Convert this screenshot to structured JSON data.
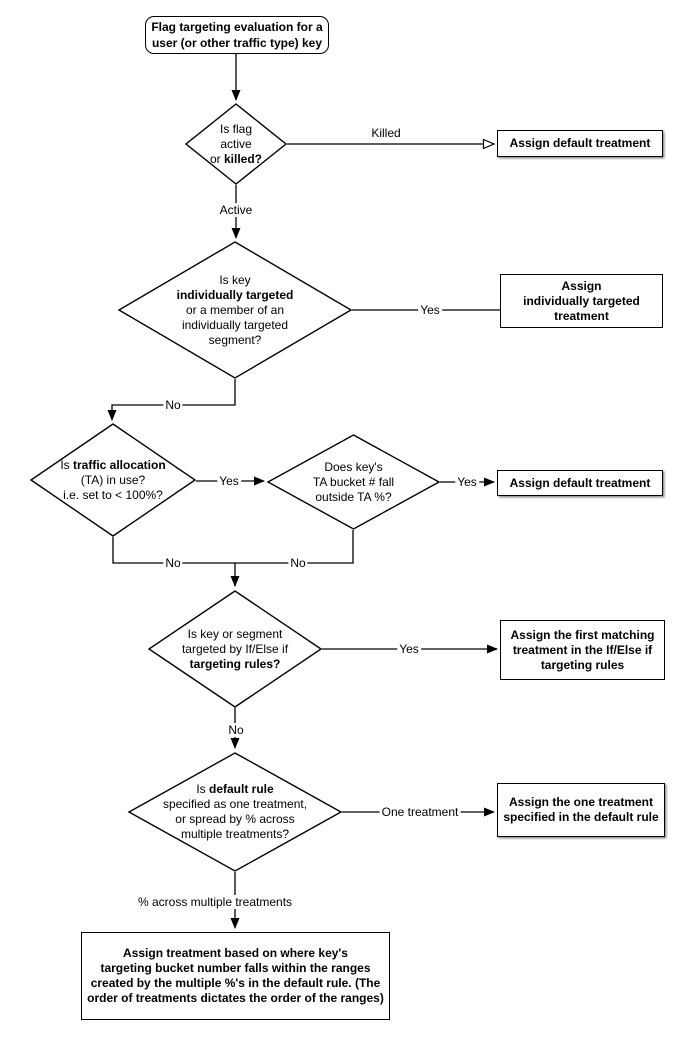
{
  "nodes": {
    "start": {
      "line1": "Flag targeting evaluation for a",
      "line2": "user (or other traffic type) key"
    },
    "decision_flag_status": {
      "l1": "Is flag",
      "l2": "active",
      "l3_pre": "or ",
      "l3_bold": "killed?"
    },
    "outcome_default_killed": {
      "label": "Assign default treatment"
    },
    "decision_individual_target": {
      "l1": "Is key",
      "l2_bold": "individually targeted",
      "l3": "or a member of an",
      "l4": "individually targeted",
      "l5": "segment?"
    },
    "outcome_individual": {
      "l1": "Assign",
      "l2": "individually targeted",
      "l3": "treatment"
    },
    "decision_traffic_allocation": {
      "l1_pre": "Is ",
      "l1_bold": "traffic allocation",
      "l2": "(TA) in use?",
      "l3": "i.e. set to < 100%?"
    },
    "decision_ta_bucket": {
      "l1": "Does key's",
      "l2": "TA bucket # fall",
      "l3": "outside TA %?"
    },
    "outcome_default_ta": {
      "label": "Assign default treatment"
    },
    "decision_targeting_rules": {
      "l1": "Is key or segment",
      "l2": "targeted by If/Else if",
      "l3_bold": "targeting rules?"
    },
    "outcome_first_matching": {
      "l1": "Assign the first matching",
      "l2": "treatment in the If/Else if",
      "l3": "targeting rules"
    },
    "decision_default_rule": {
      "l1_pre": "Is ",
      "l1_bold": "default rule",
      "l2": "specified as one treatment,",
      "l3": "or spread by % across",
      "l4": "multiple treatments?"
    },
    "outcome_one_treatment": {
      "l1": "Assign the one treatment",
      "l2": "specified in the default rule"
    },
    "outcome_percentage": {
      "l1": "Assign treatment based on where key's",
      "l2": "targeting bucket number falls within the ranges",
      "l3": "created by the multiple %'s in the default rule. (The",
      "l4": "order of treatments dictates the order of the ranges)"
    }
  },
  "edge_labels": {
    "killed": "Killed",
    "active": "Active",
    "yes_individual": "Yes",
    "no_individual": "No",
    "yes_ta_in_use": "Yes",
    "yes_outside_ta": "Yes",
    "no_ta_not_in_use": "No",
    "no_inside_ta": "No",
    "yes_rules_match": "Yes",
    "no_rules_match": "No",
    "one_treatment": "One treatment",
    "multiple_treatments": "% across multiple treatments"
  },
  "colors": {
    "stroke": "#000000",
    "fill": "#ffffff",
    "text": "#000000"
  }
}
